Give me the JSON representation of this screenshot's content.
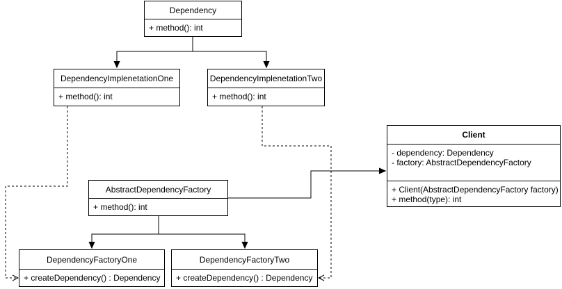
{
  "diagram": {
    "classes": {
      "dependency": {
        "name": "Dependency",
        "methods": [
          "+ method(): int"
        ]
      },
      "impl_one": {
        "name": "DependencyImplenetationOne",
        "methods": [
          "+ method(): int"
        ]
      },
      "impl_two": {
        "name": "DependencyImplenetationTwo",
        "methods": [
          "+ method(): int"
        ]
      },
      "client": {
        "name": "Client",
        "attributes": [
          "- dependency: Dependency",
          "- factory: AbstractDependencyFactory"
        ],
        "methods": [
          "+ Client(AbstractDependencyFactory factory)",
          "+ method(type): int"
        ]
      },
      "abstract_factory": {
        "name": "AbstractDependencyFactory",
        "methods": [
          "+ method(): int"
        ]
      },
      "factory_one": {
        "name": "DependencyFactoryOne",
        "methods": [
          "+ createDependency() : Dependency"
        ]
      },
      "factory_two": {
        "name": "DependencyFactoryTwo",
        "methods": [
          "+ createDependency() : Dependency"
        ]
      }
    },
    "line_color": "#000000"
  }
}
